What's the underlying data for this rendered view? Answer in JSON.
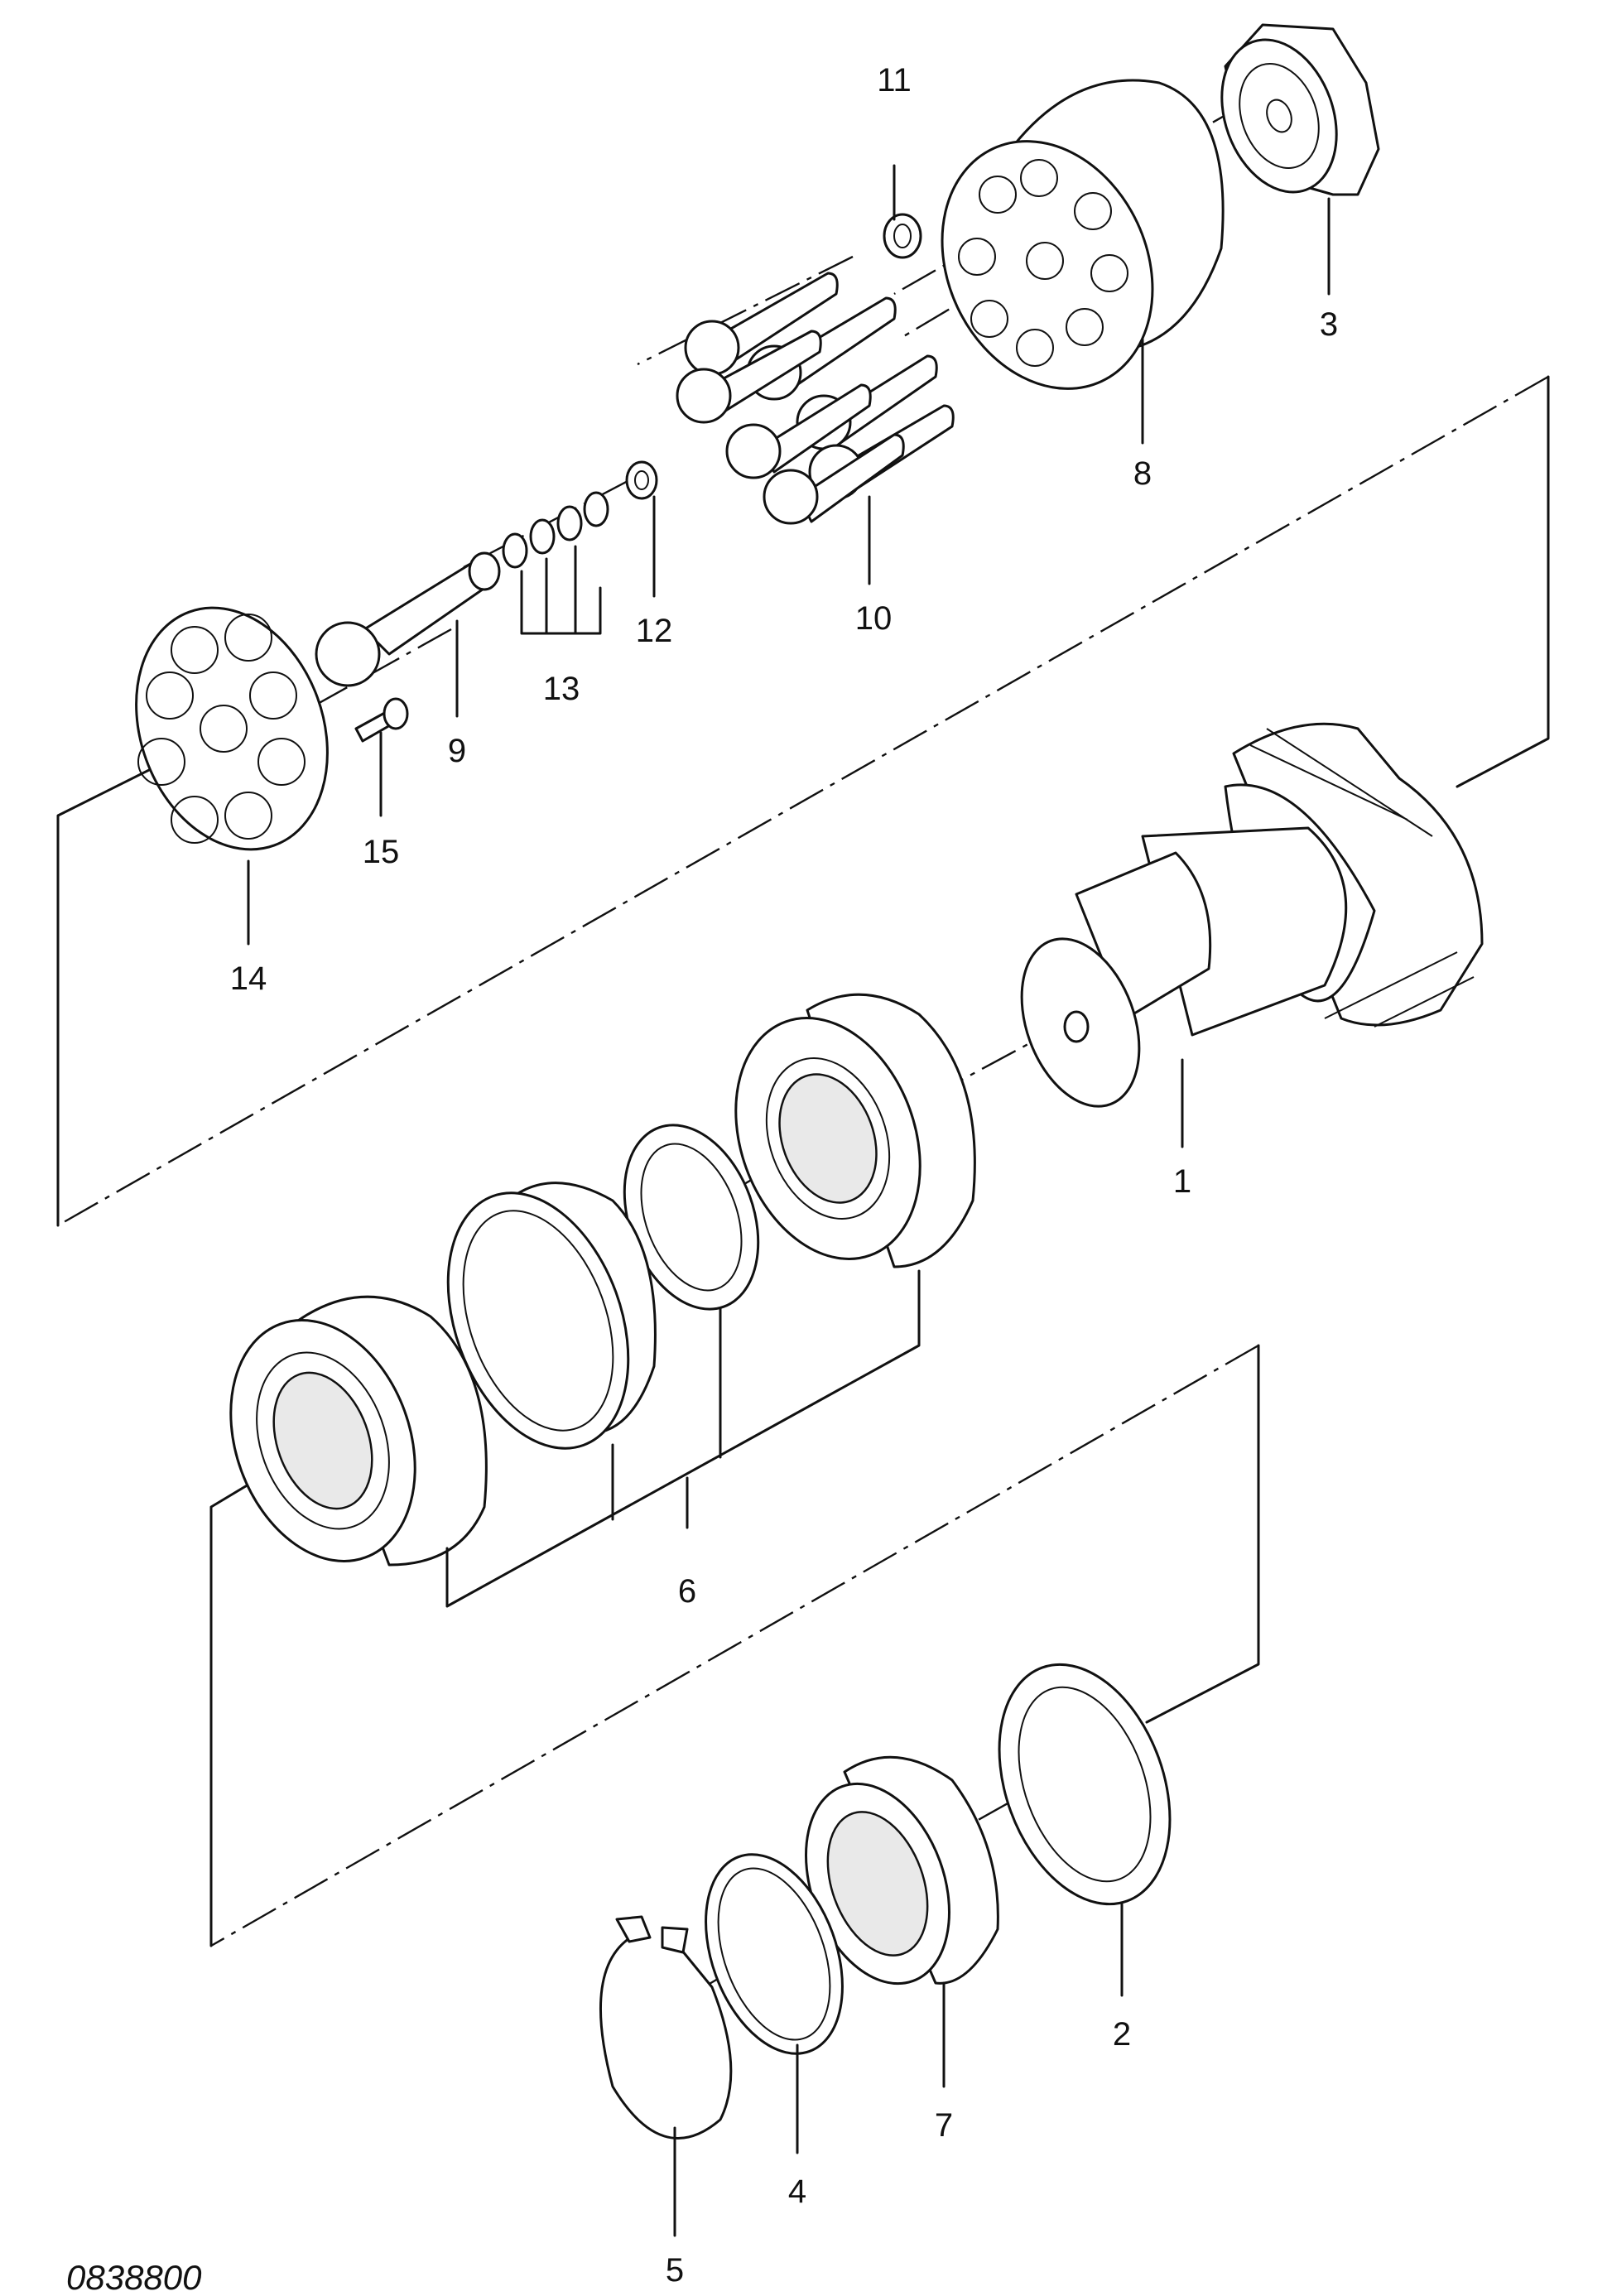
{
  "diagram": {
    "document_number": "0838800",
    "callouts": {
      "1": "1",
      "2": "2",
      "3": "3",
      "4": "4",
      "5": "5",
      "6": "6",
      "7": "7",
      "8": "8",
      "9": "9",
      "10": "10",
      "11": "11",
      "12": "12",
      "13": "13",
      "14": "14",
      "15": "15"
    }
  }
}
